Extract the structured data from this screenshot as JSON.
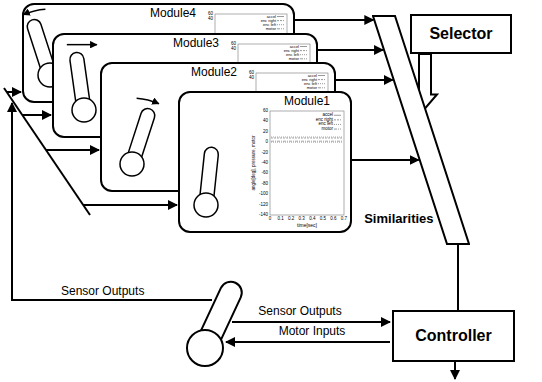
{
  "diagram": {
    "nodes": [
      {
        "text": [
          "Module4"
        ]
      },
      {
        "text": [
          "Module3"
        ]
      },
      {
        "text": [
          "Module2"
        ]
      },
      {
        "text": [
          "Module1"
        ]
      },
      {
        "text": [
          "Selector"
        ]
      },
      {
        "text": [
          "Similarities"
        ]
      },
      {
        "text": [
          "Controller"
        ]
      }
    ],
    "edges": [
      {
        "from": 0,
        "to": 5,
        "arrow": "to"
      },
      {
        "from": 1,
        "to": 5,
        "arrow": "to"
      },
      {
        "from": 2,
        "to": 5,
        "arrow": "to"
      },
      {
        "from": 3,
        "to": 5,
        "arrow": "to"
      },
      {
        "from": 4,
        "to": 5,
        "arrow": "to"
      },
      {
        "from": 5,
        "to": 6,
        "arrow": "none"
      }
    ],
    "labels": [
      "Sensor Outputs",
      "Sensor Outputs",
      "Motor Inputs",
      "60",
      "40",
      "accel",
      "enc right",
      "enc left",
      "motor",
      "60",
      "40",
      "accel",
      "enc right",
      "enc left",
      "motor",
      "60",
      "40",
      "accel",
      "enc right",
      "enc left",
      "motor",
      "60",
      "40",
      "20",
      "0",
      "-20",
      "-40",
      "-60",
      "-80",
      "-100",
      "-120",
      "-140",
      "0",
      "0.1",
      "0.2",
      "0.3",
      "0.4",
      "0.5",
      "0.6",
      "0.7",
      "time[sec]",
      "angle[deg], pressure, motor",
      "accel",
      "enc right",
      "enc left",
      "motor"
    ]
  }
}
